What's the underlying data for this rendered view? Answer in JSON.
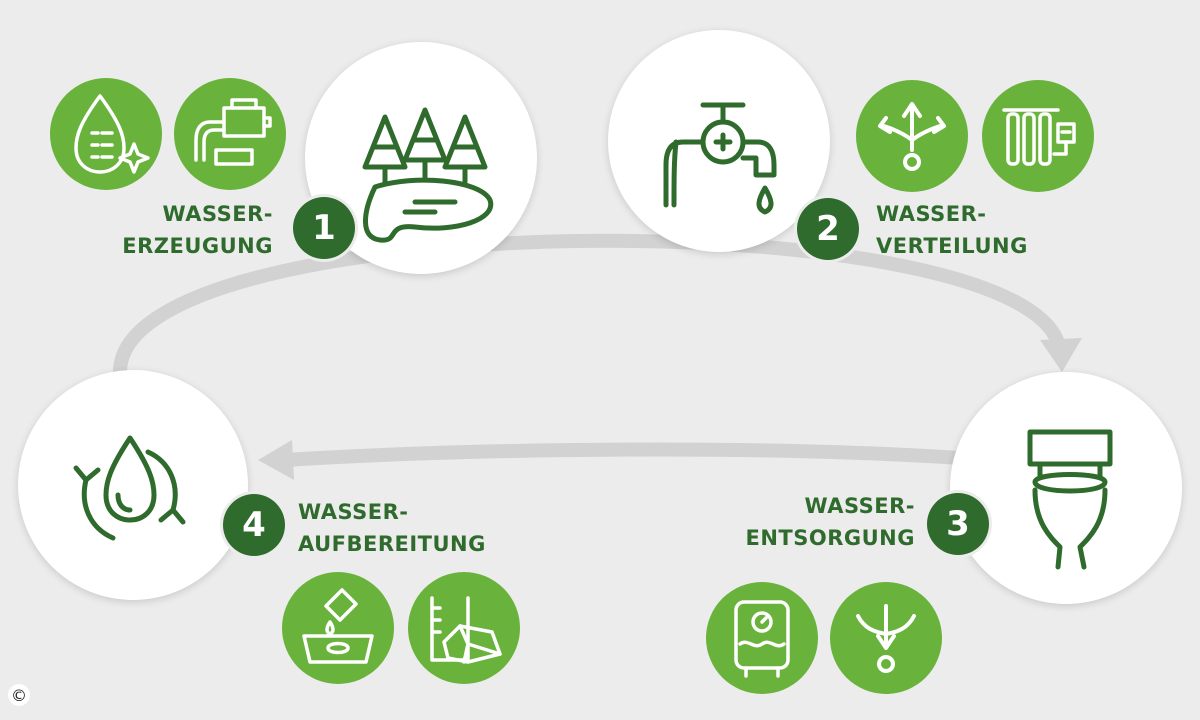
{
  "steps": [
    {
      "number": "1",
      "line1": "WASSER-",
      "line2": "ERZEUGUNG",
      "icon": "forest-lake-icon"
    },
    {
      "number": "2",
      "line1": "WASSER-",
      "line2": "VERTEILUNG",
      "icon": "water-tap-icon"
    },
    {
      "number": "3",
      "line1": "WASSER-",
      "line2": "ENTSORGUNG",
      "icon": "toilet-icon"
    },
    {
      "number": "4",
      "line1": "WASSER-",
      "line2": "AUFBEREITUNG",
      "icon": "water-recycle-icon"
    }
  ],
  "copyright": "©",
  "colors": {
    "background": "#ececec",
    "accent_green": "#69b33c",
    "dark_green": "#2f6b2c",
    "arrow_gray": "#d2d2d2"
  }
}
